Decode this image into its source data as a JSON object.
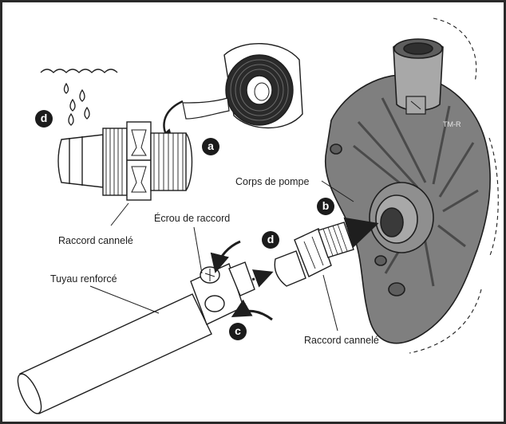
{
  "labels": {
    "pump_body": "Corps de pompe",
    "barbed_fitting_top": "Raccord cannelé",
    "union_nut": "Écrou de raccord",
    "reinforced_hose": "Tuyau renforcé",
    "barbed_fitting_bottom": "Raccord cannelé",
    "pump_casting_mark": "TM-R"
  },
  "steps": {
    "a": "a",
    "b": "b",
    "c": "c",
    "d_top": "d",
    "d_bottom": "d"
  },
  "colors": {
    "outline": "#1e1e1e",
    "pump_fill": "#7f7f7f",
    "pump_dark": "#5e5e5e",
    "pump_light": "#a8a8a8",
    "badge": "#1b1b1b",
    "paper": "#ffffff"
  }
}
